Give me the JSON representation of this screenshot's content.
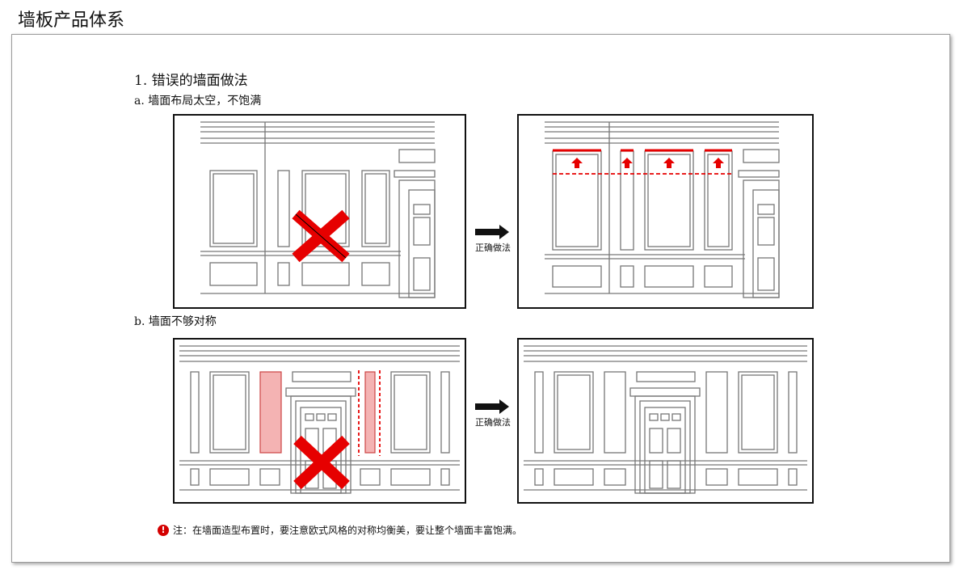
{
  "page": {
    "title": "墙板产品体系"
  },
  "document": {
    "heading": "1. 错误的墙面做法",
    "section_a": {
      "label": "a. 墙面布局太空，不饱满",
      "arrow_label": "正确做法"
    },
    "section_b": {
      "label": "b. 墙面不够对称",
      "arrow_label": "正确做法"
    },
    "note": {
      "icon": "exclamation-icon",
      "text": "注：在墙面造型布置时，要注意欧式风格的对称均衡美，要让整个墙面丰富饱满。"
    }
  },
  "colors": {
    "accent_red": "#e60000",
    "highlight_pink": "#f4b3b3",
    "line_gray": "#777777"
  }
}
